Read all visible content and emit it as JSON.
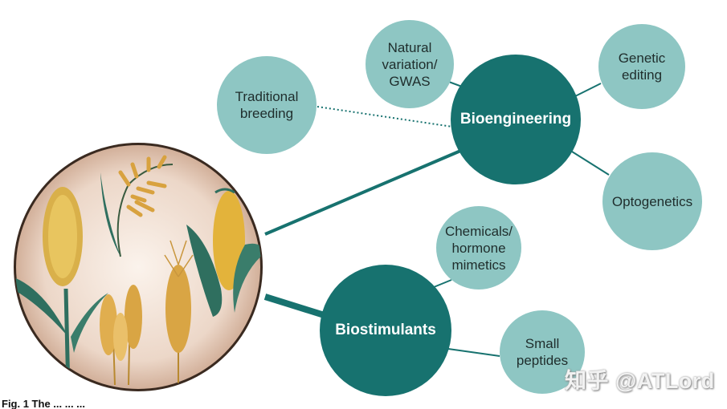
{
  "hub_bioengineering": "Bioengineering",
  "hub_biostimulants": "Biostimulants",
  "node_traditional": "Traditional\nbreeding",
  "node_natural": "Natural\nvariation/\nGWAS",
  "node_genetic": "Genetic\nediting",
  "node_optogenetics": "Optogenetics",
  "node_chemicals": "Chemicals/\nhormone\nmimetics",
  "node_peptides": "Small\npeptides",
  "watermark": "知乎 @ATLord",
  "caption": "Fig. 1 The ... ... ...",
  "colors": {
    "hub": "#17726f",
    "satellite": "#8ec6c3",
    "line": "#17726f",
    "crop_disc": "#e8d3c4",
    "crop_rim": "#3a2a20"
  },
  "illustration": [
    "sorghum",
    "rice",
    "maize",
    "wheat",
    "barley"
  ]
}
